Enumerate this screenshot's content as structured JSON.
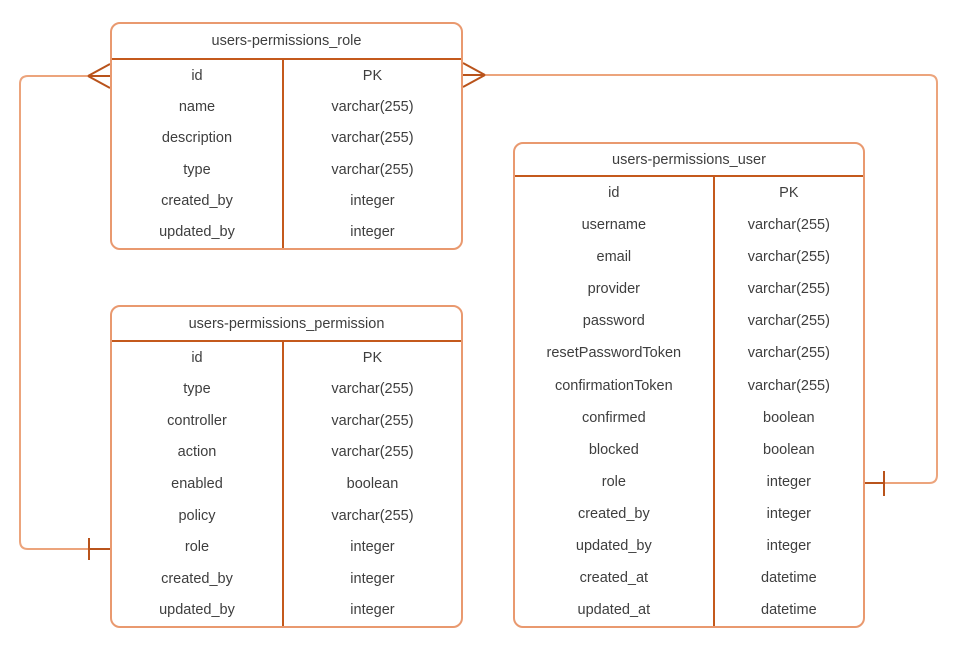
{
  "diagram": {
    "colors": {
      "table_border": "#E9996F",
      "divider": "#C4591C",
      "connector": "#ECA47C",
      "marker": "#B9531B",
      "text": "#3E3E3E",
      "bg": "#FFFFFF"
    },
    "tables": [
      {
        "id": "role",
        "title": "users-permissions_role",
        "rows": [
          {
            "field": "id",
            "type": "PK"
          },
          {
            "field": "name",
            "type": "varchar(255)"
          },
          {
            "field": "description",
            "type": "varchar(255)"
          },
          {
            "field": "type",
            "type": "varchar(255)"
          },
          {
            "field": "created_by",
            "type": "integer"
          },
          {
            "field": "updated_by",
            "type": "integer"
          }
        ]
      },
      {
        "id": "permission",
        "title": "users-permissions_permission",
        "rows": [
          {
            "field": "id",
            "type": "PK"
          },
          {
            "field": "type",
            "type": "varchar(255)"
          },
          {
            "field": "controller",
            "type": "varchar(255)"
          },
          {
            "field": "action",
            "type": "varchar(255)"
          },
          {
            "field": "enabled",
            "type": "boolean"
          },
          {
            "field": "policy",
            "type": "varchar(255)"
          },
          {
            "field": "role",
            "type": "integer"
          },
          {
            "field": "created_by",
            "type": "integer"
          },
          {
            "field": "updated_by",
            "type": "integer"
          }
        ]
      },
      {
        "id": "user",
        "title": "users-permissions_user",
        "rows": [
          {
            "field": "id",
            "type": "PK"
          },
          {
            "field": "username",
            "type": "varchar(255)"
          },
          {
            "field": "email",
            "type": "varchar(255)"
          },
          {
            "field": "provider",
            "type": "varchar(255)"
          },
          {
            "field": "password",
            "type": "varchar(255)"
          },
          {
            "field": "resetPasswordToken",
            "type": "varchar(255)"
          },
          {
            "field": "confirmationToken",
            "type": "varchar(255)"
          },
          {
            "field": "confirmed",
            "type": "boolean"
          },
          {
            "field": "blocked",
            "type": "boolean"
          },
          {
            "field": "role",
            "type": "integer"
          },
          {
            "field": "created_by",
            "type": "integer"
          },
          {
            "field": "updated_by",
            "type": "integer"
          },
          {
            "field": "created_at",
            "type": "datetime"
          },
          {
            "field": "updated_at",
            "type": "datetime"
          }
        ]
      }
    ],
    "relationships": [
      {
        "from_table": "users-permissions_permission",
        "from_field": "role",
        "from_cardinality": "one",
        "to_table": "users-permissions_role",
        "to_field": "id",
        "to_cardinality": "many"
      },
      {
        "from_table": "users-permissions_user",
        "from_field": "role",
        "from_cardinality": "one",
        "to_table": "users-permissions_role",
        "to_field": "id",
        "to_cardinality": "many"
      }
    ]
  }
}
